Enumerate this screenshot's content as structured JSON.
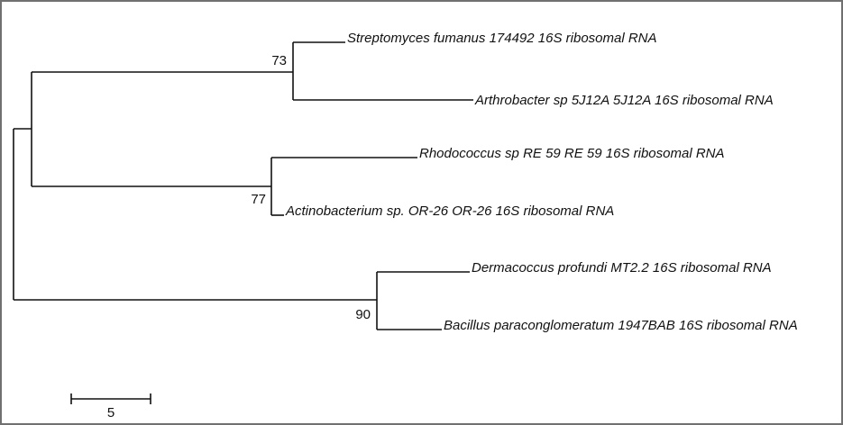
{
  "tree": {
    "leaves": [
      "Streptomyces fumanus 174492 16S ribosomal RNA",
      "Arthrobacter sp 5J12A 5J12A 16S ribosomal RNA",
      "Rhodococcus sp RE 59 RE 59 16S ribosomal RNA",
      "Actinobacterium sp. OR-26 OR-26 16S ribosomal RNA",
      "Dermacoccus profundi MT2.2 16S ribosomal RNA",
      "Bacillus paraconglomeratum 1947BAB 16S ribosomal RNA"
    ],
    "bootstrap": [
      "73",
      "77",
      "90"
    ],
    "scale_bar_label": "5"
  }
}
